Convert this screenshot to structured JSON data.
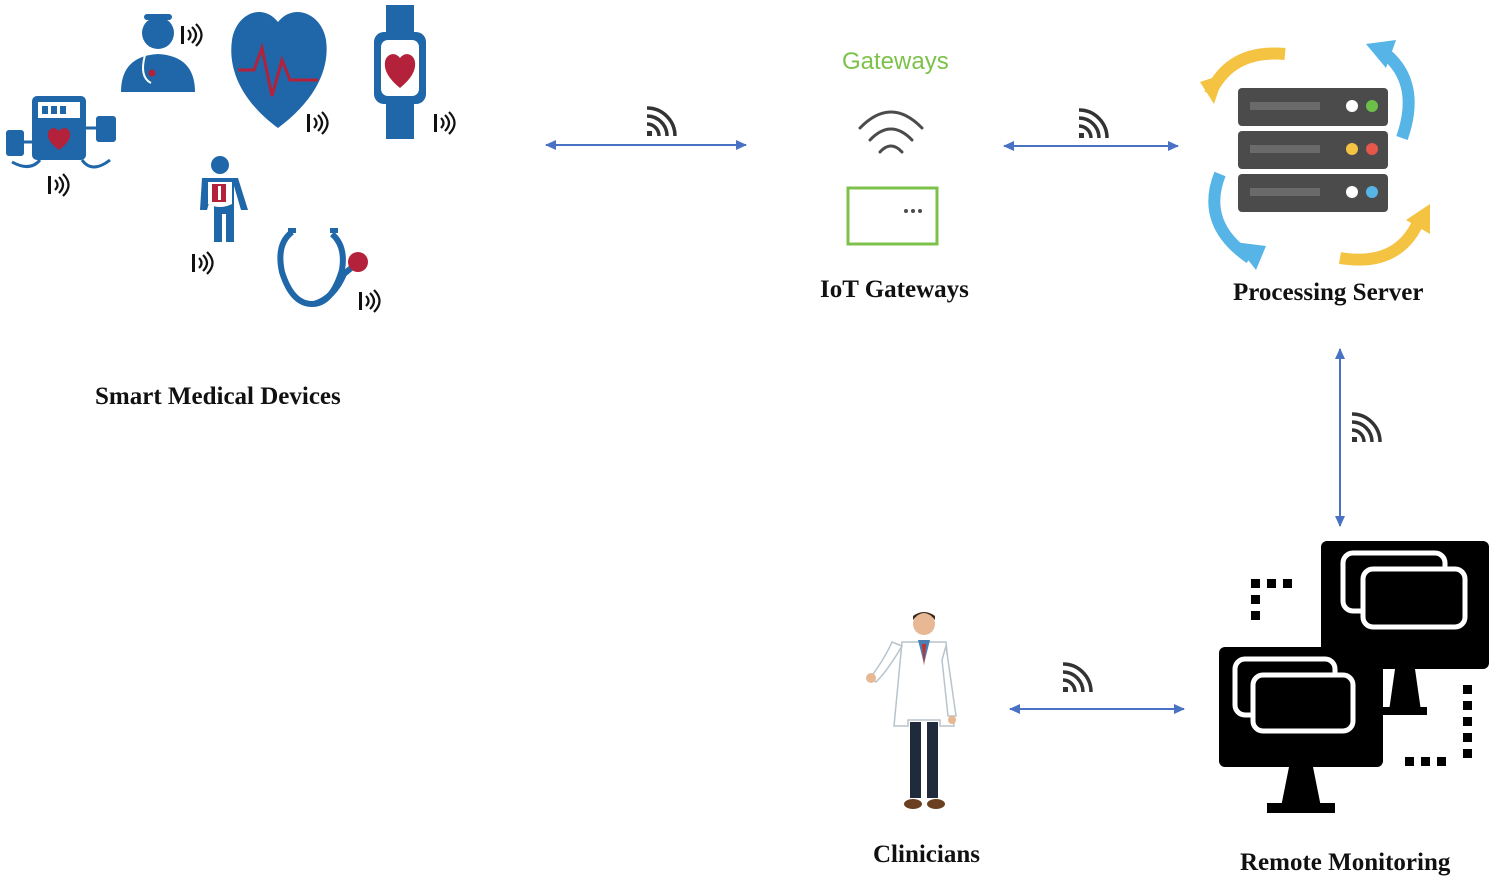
{
  "diagram": {
    "nodes": {
      "smart_devices": {
        "label": "Smart Medical Devices"
      },
      "iot_gateways": {
        "label": "IoT Gateways",
        "icon_text": "Gateways",
        "icon": "wifi-gateway-icon"
      },
      "processing_server": {
        "label": "Processing Server",
        "icon": "server-sync-icon"
      },
      "remote_monitoring": {
        "label": "Remote Monitoring",
        "icon": "monitors-icon"
      },
      "clinicians": {
        "label": "Clinicians",
        "icon": "doctor-icon"
      }
    },
    "edges": [
      {
        "from": "smart_devices",
        "to": "iot_gateways",
        "bidirectional": true,
        "icon": "wireless-signal-icon"
      },
      {
        "from": "iot_gateways",
        "to": "processing_server",
        "bidirectional": true,
        "icon": "wireless-signal-icon"
      },
      {
        "from": "processing_server",
        "to": "remote_monitoring",
        "bidirectional": true,
        "icon": "wireless-signal-icon"
      },
      {
        "from": "clinicians",
        "to": "remote_monitoring",
        "bidirectional": true,
        "icon": "wireless-signal-icon"
      }
    ],
    "colors": {
      "arrow": "#4a72c4",
      "device_blue": "#1f67a8",
      "heart_red": "#b3213a",
      "gateway_green": "#7cc24a",
      "server_gray": "#4b4b4b",
      "sync_yellow": "#f5c342",
      "sync_blue": "#56b4e6"
    }
  }
}
